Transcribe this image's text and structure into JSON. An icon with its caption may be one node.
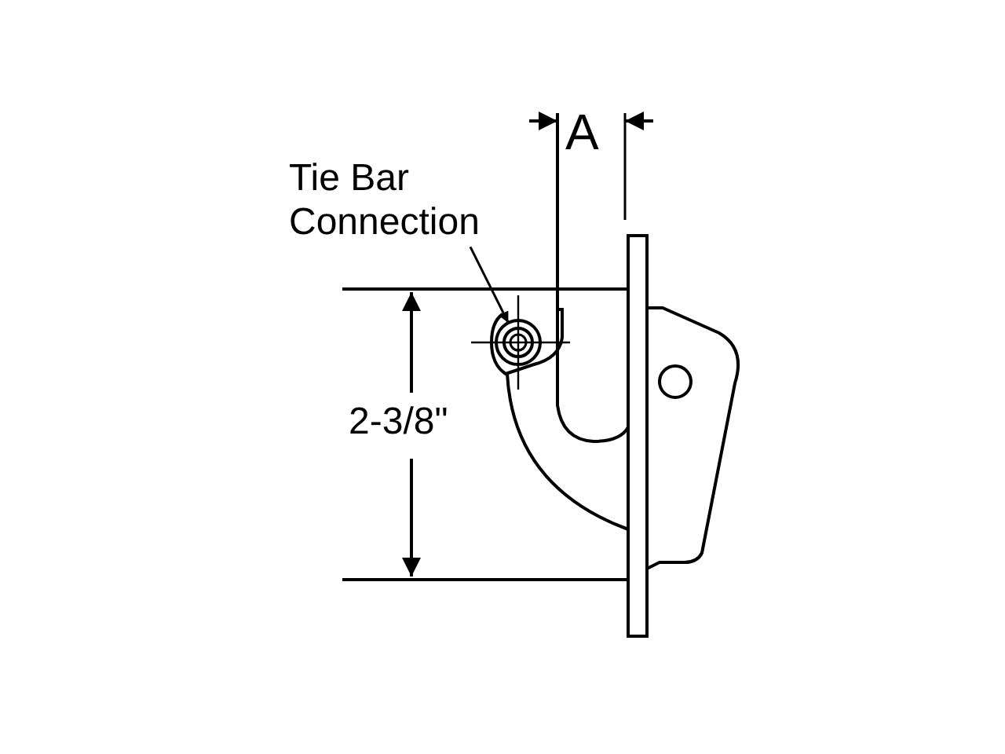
{
  "diagram": {
    "nodes": [
      {
        "text": [
          "Tie Bar Connection"
        ]
      },
      {
        "text": [],
        "shape": "circle"
      }
    ],
    "edges": [
      {
        "from": 0,
        "to": 1,
        "arrow": "to"
      }
    ],
    "labels": [
      "A",
      "2-3/8\""
    ]
  }
}
